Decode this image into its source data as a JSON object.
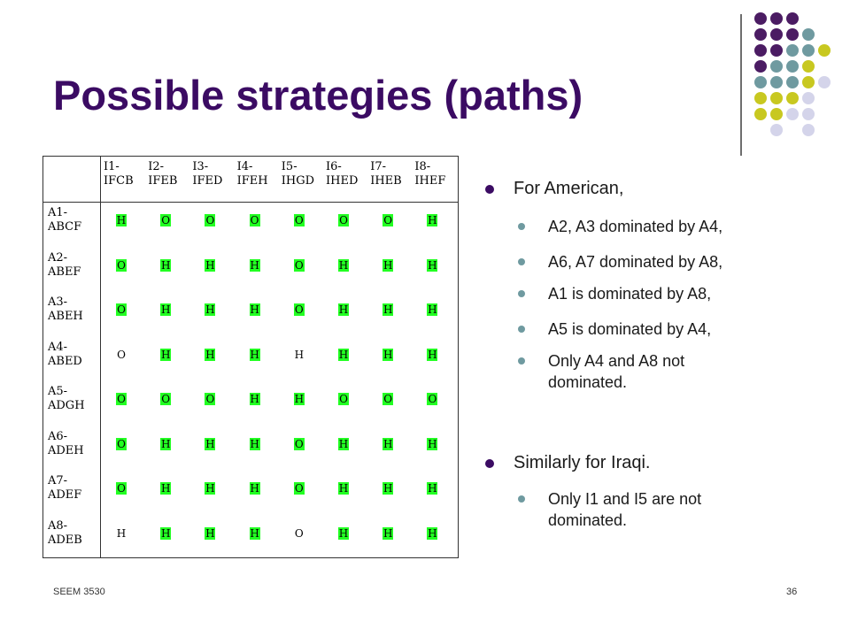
{
  "slide": {
    "title": "Possible strategies (paths)",
    "footer_left": "SEEM 3530",
    "page_number": "36"
  },
  "decoration": {
    "colors": {
      "purple": "#4b1c63",
      "teal": "#6f9aa0",
      "olive": "#c8c820",
      "lavender": "#d4d4ea"
    },
    "grid": [
      [
        "purple",
        "purple",
        "purple",
        "",
        "",
        ""
      ],
      [
        "purple",
        "purple",
        "purple",
        "teal",
        "",
        ""
      ],
      [
        "purple",
        "purple",
        "teal",
        "teal",
        "olive",
        ""
      ],
      [
        "purple",
        "teal",
        "teal",
        "olive",
        "",
        ""
      ],
      [
        "teal",
        "teal",
        "teal",
        "olive",
        "lavender",
        ""
      ],
      [
        "olive",
        "olive",
        "olive",
        "lavender",
        "",
        ""
      ],
      [
        "olive",
        "olive",
        "lavender",
        "lavender",
        "",
        ""
      ],
      [
        "",
        "lavender",
        "",
        "lavender",
        "",
        ""
      ]
    ]
  },
  "matrix": {
    "columns": [
      [
        "I1-",
        "IFCB"
      ],
      [
        "I2-",
        "IFEB"
      ],
      [
        "I3-",
        "IFED"
      ],
      [
        "I4-",
        "IFEH"
      ],
      [
        "I5-",
        "IHGD"
      ],
      [
        "I6-",
        "IHED"
      ],
      [
        "I7-",
        "IHEB"
      ],
      [
        "I8-",
        "IHEF"
      ]
    ],
    "rows": [
      {
        "label": [
          "A1-",
          "ABCF"
        ],
        "cells": [
          "H",
          "O",
          "O",
          "O",
          "O",
          "O",
          "O",
          "H"
        ],
        "green": [
          1,
          1,
          1,
          1,
          1,
          1,
          1,
          1
        ]
      },
      {
        "label": [
          "A2-",
          "ABEF"
        ],
        "cells": [
          "O",
          "H",
          "H",
          "H",
          "O",
          "H",
          "H",
          "H"
        ],
        "green": [
          1,
          1,
          1,
          1,
          1,
          1,
          1,
          1
        ]
      },
      {
        "label": [
          "A3-",
          "ABEH"
        ],
        "cells": [
          "O",
          "H",
          "H",
          "H",
          "O",
          "H",
          "H",
          "H"
        ],
        "green": [
          1,
          1,
          1,
          1,
          1,
          1,
          1,
          1
        ]
      },
      {
        "label": [
          "A4-",
          "ABED"
        ],
        "cells": [
          "O",
          "H",
          "H",
          "H",
          "H",
          "H",
          "H",
          "H"
        ],
        "green": [
          0,
          1,
          1,
          1,
          0,
          1,
          1,
          1
        ]
      },
      {
        "label": [
          "A5-",
          "ADGH"
        ],
        "cells": [
          "O",
          "O",
          "O",
          "H",
          "H",
          "O",
          "O",
          "O"
        ],
        "green": [
          1,
          1,
          1,
          1,
          1,
          1,
          1,
          1
        ]
      },
      {
        "label": [
          "A6-",
          "ADEH"
        ],
        "cells": [
          "O",
          "H",
          "H",
          "H",
          "O",
          "H",
          "H",
          "H"
        ],
        "green": [
          1,
          1,
          1,
          1,
          1,
          1,
          1,
          1
        ]
      },
      {
        "label": [
          "A7-",
          "ADEF"
        ],
        "cells": [
          "O",
          "H",
          "H",
          "H",
          "O",
          "H",
          "H",
          "H"
        ],
        "green": [
          1,
          1,
          1,
          1,
          1,
          1,
          1,
          1
        ]
      },
      {
        "label": [
          "A8-",
          "ADEB"
        ],
        "cells": [
          "H",
          "H",
          "H",
          "H",
          "O",
          "H",
          "H",
          "H"
        ],
        "green": [
          0,
          1,
          1,
          1,
          0,
          1,
          1,
          1
        ]
      }
    ],
    "highlight_color": "#22ff22"
  },
  "bullets": {
    "american_heading": "For American,",
    "american_items": [
      "A2, A3 dominated by A4,",
      "A6, A7 dominated by A8,",
      "A1 is dominated by A8,",
      "A5 is dominated by A4,",
      "Only A4 and A8 not dominated."
    ],
    "iraqi_heading": "Similarly for Iraqi.",
    "iraqi_items": [
      "Only I1 and I5 are not dominated."
    ]
  }
}
